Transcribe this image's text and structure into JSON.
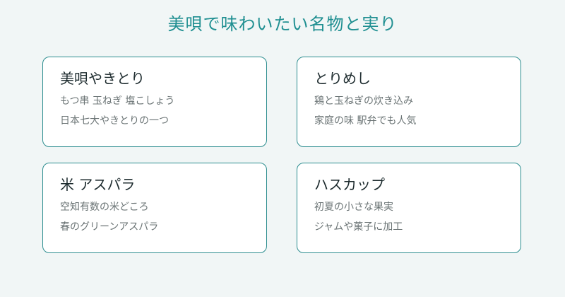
{
  "page": {
    "title": "美唄で味わいたい名物と実り"
  },
  "cards": [
    {
      "title": "美唄やきとり",
      "lines": [
        "もつ串 玉ねぎ 塩こしょう",
        "日本七大やきとりの一つ"
      ]
    },
    {
      "title": "とりめし",
      "lines": [
        "鶏と玉ねぎの炊き込み",
        "家庭の味 駅弁でも人気"
      ]
    },
    {
      "title": "米 アスパラ",
      "lines": [
        "空知有数の米どころ",
        "春のグリーンアスパラ"
      ]
    },
    {
      "title": "ハスカップ",
      "lines": [
        "初夏の小さな果実",
        "ジャムや菓子に加工"
      ]
    }
  ],
  "colors": {
    "background": "#f1f6f6",
    "accent": "#1f8f91",
    "card_border": "#2c8d8f",
    "card_title": "#1d2b2e",
    "card_text": "#6b7475"
  }
}
